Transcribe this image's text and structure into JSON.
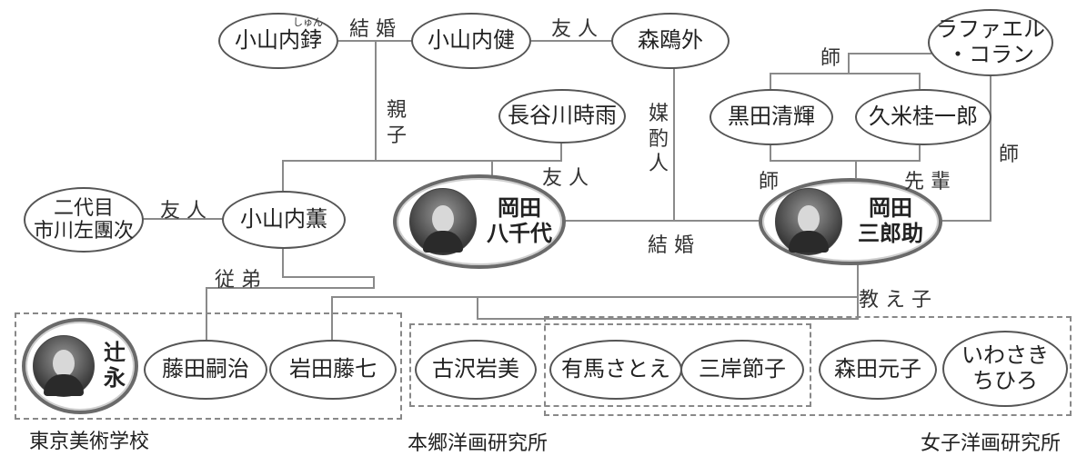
{
  "nodes": {
    "koyama_shun": "小山内鋍",
    "koyama_ken": "小山内健",
    "mori_ogai": "森鴎外",
    "raphael_collin": "ラファエル\n・コラン",
    "hasegawa": "長谷川時雨",
    "kuroda": "黒田清輝",
    "kume": "久米桂一郎",
    "ichikawa": "二代目\n市川左團次",
    "koyama_kaoru": "小山内薫",
    "okada_yachiyo": "岡田\n八千代",
    "okada_saburosuke": "岡田\n三郎助",
    "tsuji_hisashi": "辻\n永",
    "fujita": "藤田嗣治",
    "iwata": "岩田藤七",
    "furusawa": "古沢岩美",
    "arima": "有馬さとえ",
    "migishi": "三岸節子",
    "morita": "森田元子",
    "iwasaki": "いわさき\nちひろ"
  },
  "ruby_shun": "しゅん",
  "relations": {
    "marriage_top": "結 婚",
    "friend_top": "友 人",
    "shi_top": "師",
    "oyako": "親\n子",
    "baishaku": "媒\n酌\n人",
    "friend_mid": "友 人",
    "shi_right": "師",
    "shi_mid": "師",
    "senpai": "先 輩",
    "friend_left": "友 人",
    "marriage_mid": "結 婚",
    "itoko": "従 弟",
    "oshiego": "教 え 子"
  },
  "groups": {
    "tokyo": "東京美術学校",
    "hongo": "本郷洋画研究所",
    "joshi": "女子洋画研究所"
  }
}
